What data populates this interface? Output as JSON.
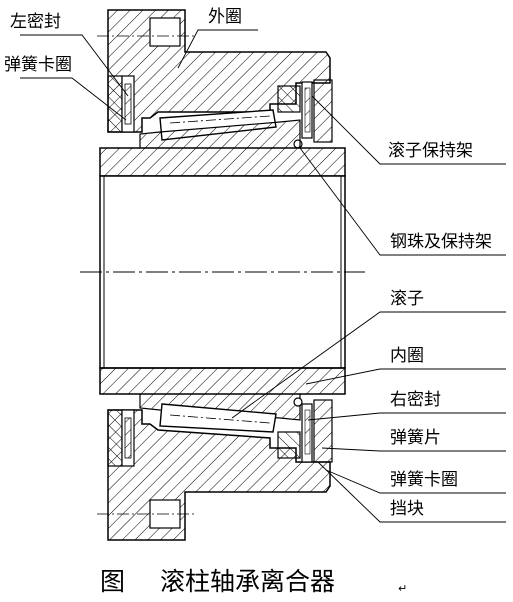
{
  "labels": {
    "left_seal": "左密封",
    "outer_ring": "外圈",
    "spring_ring_left": "弹簧卡圈",
    "roller_cage": "滚子保持架",
    "ball_cage": "钢珠及保持架",
    "roller": "滚子",
    "inner_ring": "内圈",
    "right_seal": "右密封",
    "spring_plate": "弹簧片",
    "spring_ring_right": "弹簧卡圈",
    "stop_block": "挡块"
  },
  "caption": {
    "prefix": "图",
    "title": "滚柱轴承离合器",
    "return_mark": "↵"
  }
}
